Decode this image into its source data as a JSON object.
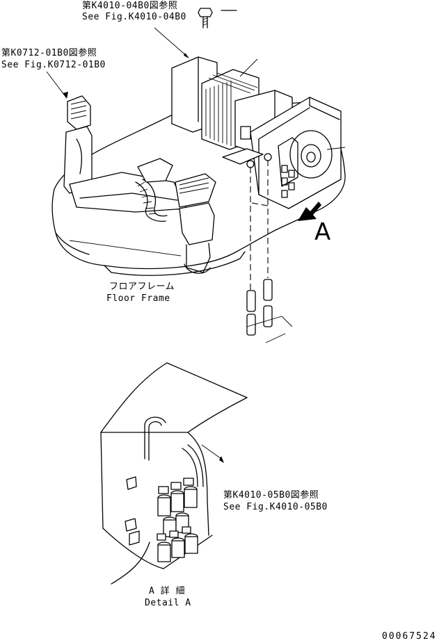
{
  "callouts": {
    "ref_k4010_04b0_jp": "第K4010-04B0図参照",
    "ref_k4010_04b0_en": "See Fig.K4010-04B0",
    "ref_k0712_01b0_jp": "第K0712-01B0図参照",
    "ref_k0712_01b0_en": "See Fig.K0712-01B0",
    "ref_k4010_05b0_jp": "第K4010-05B0図参照",
    "ref_k4010_05b0_en": "See Fig.K4010-05B0"
  },
  "labels": {
    "floor_frame_jp": "フロアフレーム",
    "floor_frame_en": "Floor Frame",
    "view_marker": "A",
    "detail_jp": "A 詳 細",
    "detail_en": "Detail A"
  },
  "drawing_number": "00067524"
}
